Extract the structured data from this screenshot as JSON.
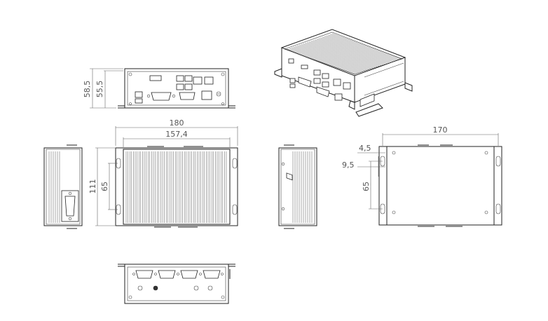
{
  "drawing": {
    "front_view": {
      "height_outer": "58,5",
      "height_inner": "55,5"
    },
    "top_view": {
      "length_outer": "180",
      "length_inner": "157,4",
      "width_outer": "111",
      "width_inner": "65"
    },
    "bottom_view": {
      "length_mount": "170",
      "edge_offset": "4,5",
      "slot_width": "9,5",
      "hole_pitch": "65"
    }
  }
}
